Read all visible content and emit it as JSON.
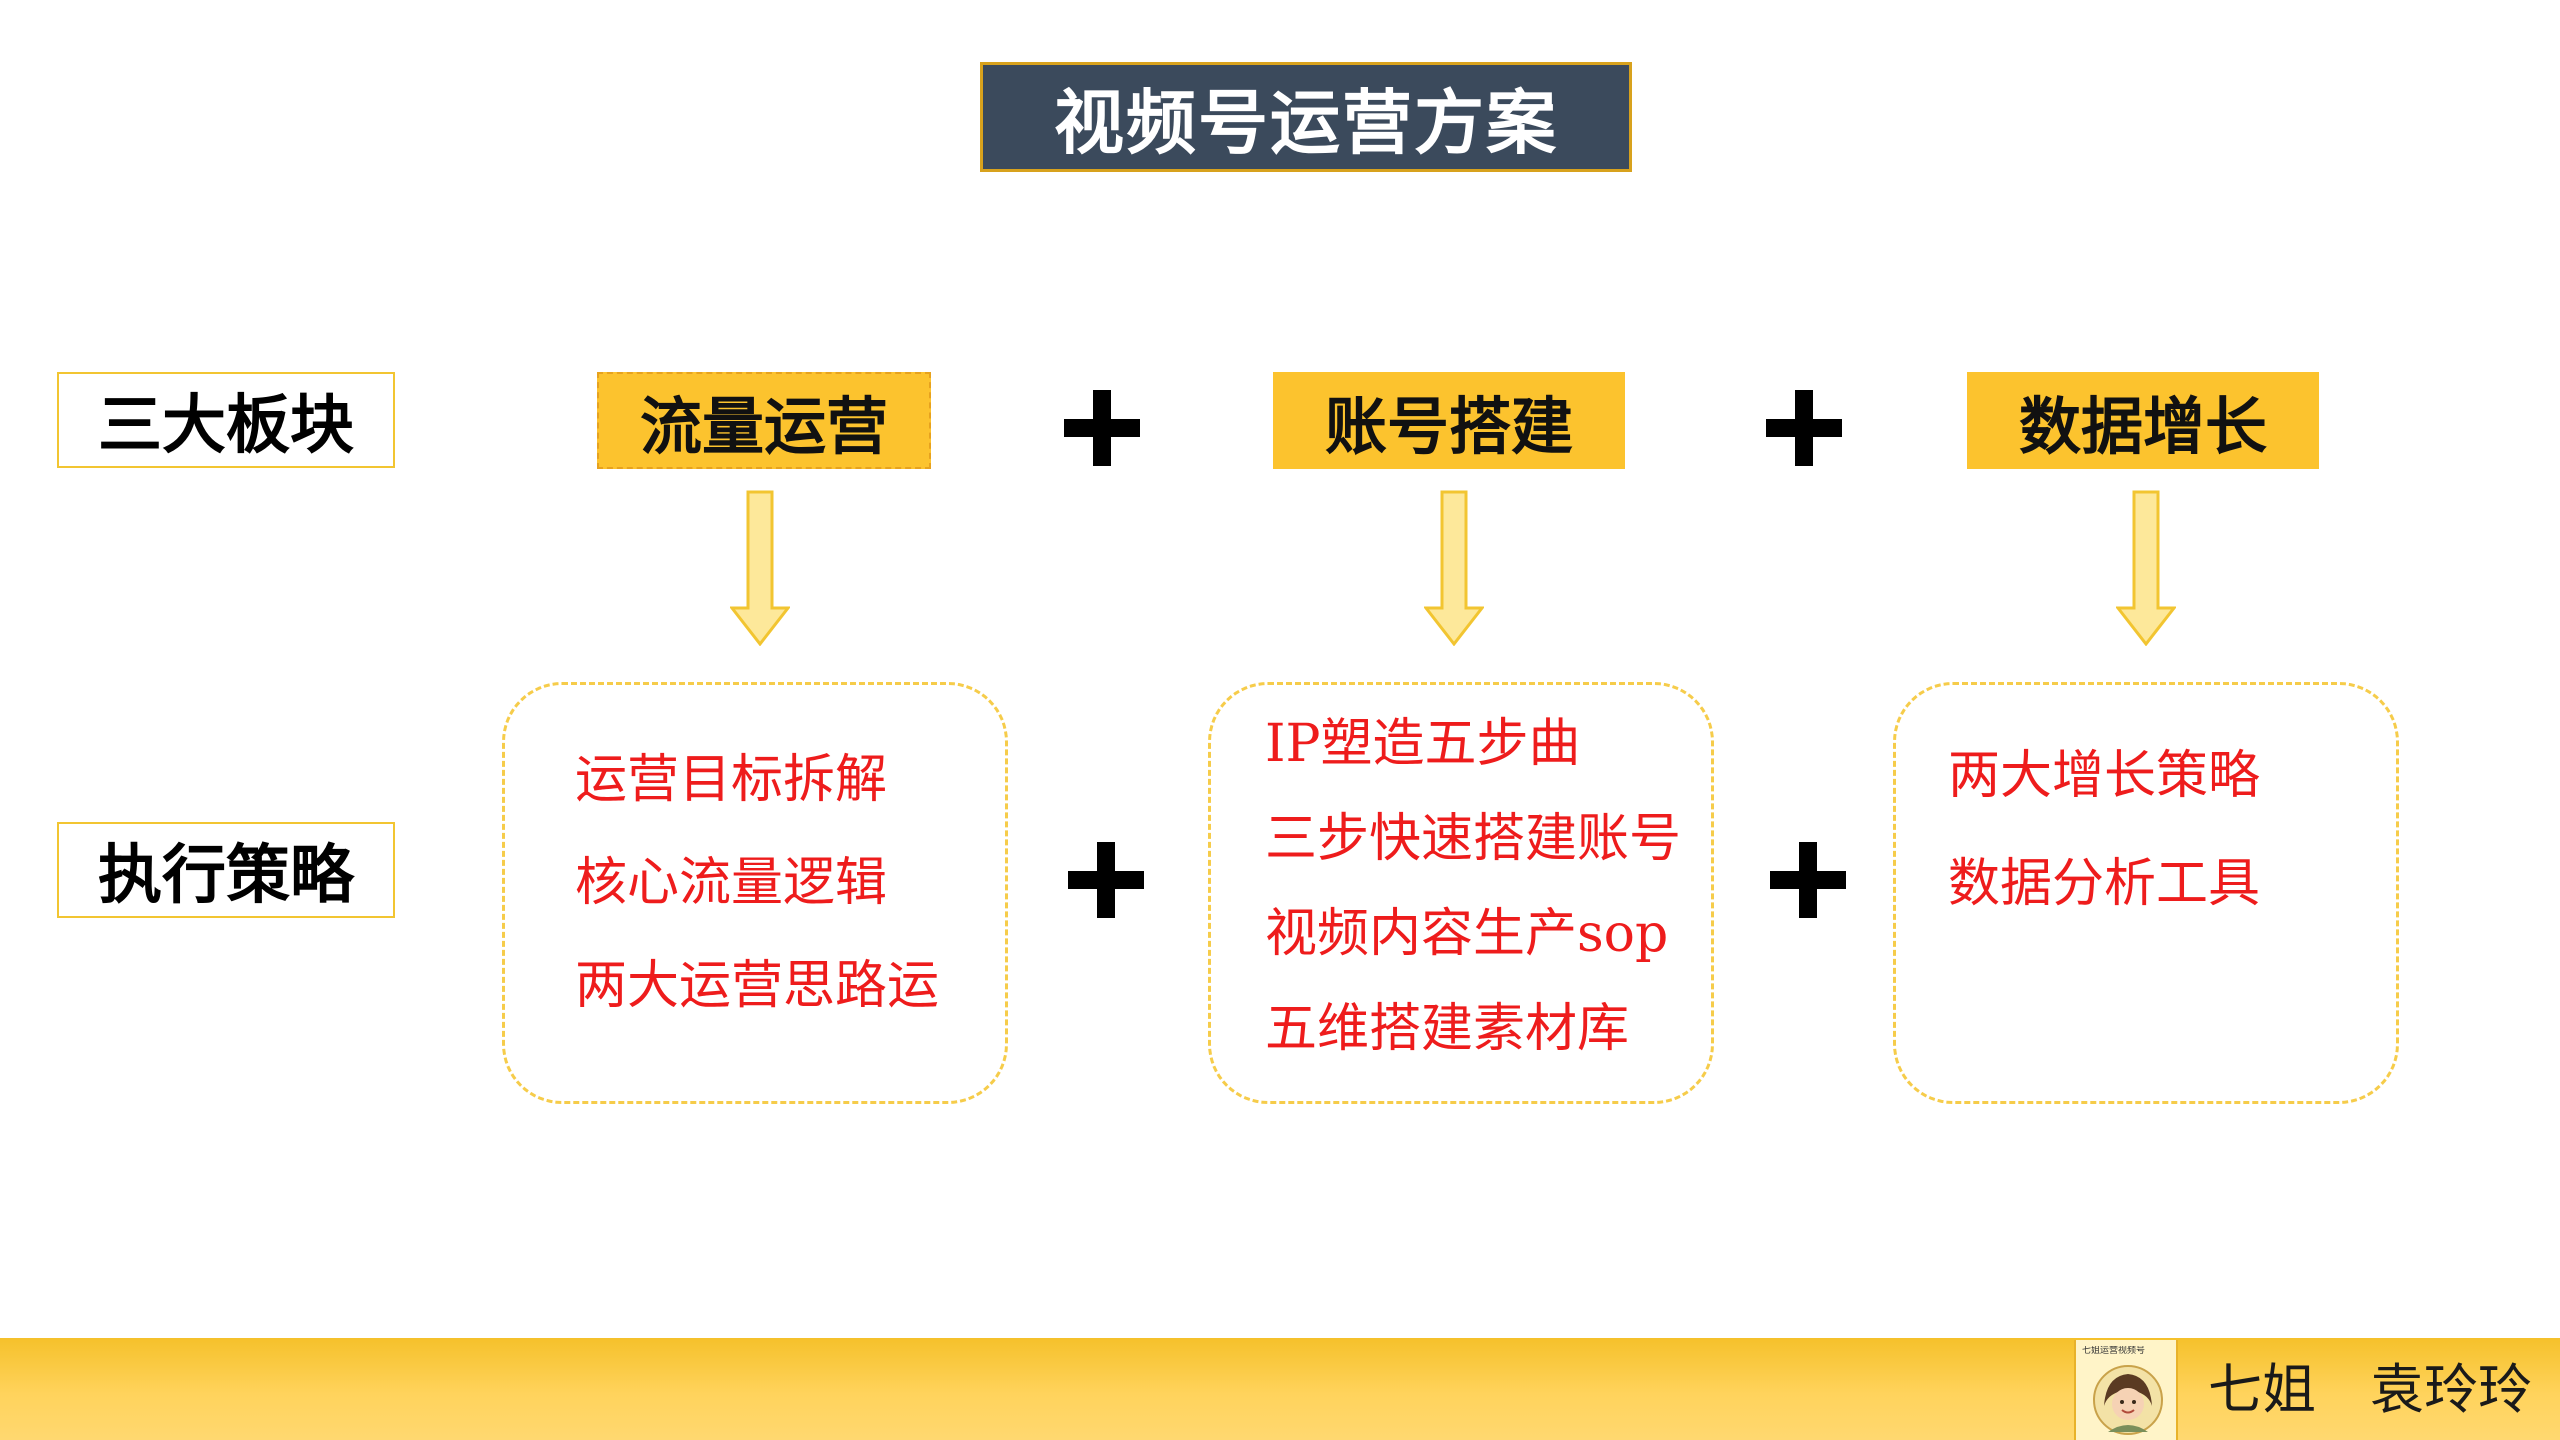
{
  "title": "视频号运营方案",
  "rows": {
    "top_label": "三大板块",
    "bottom_label": "执行策略"
  },
  "modules": [
    {
      "label": "流量运营",
      "strategies": [
        "运营目标拆解",
        "核心流量逻辑",
        "两大运营思路运"
      ]
    },
    {
      "label": "账号搭建",
      "strategies": [
        "IP塑造五步曲",
        "三步快速搭建账号",
        "视频内容生产sop",
        "五维搭建素材库"
      ]
    },
    {
      "label": "数据增长",
      "strategies": [
        "两大增长策略",
        "数据分析工具"
      ]
    }
  ],
  "colors": {
    "title_bg": "#3b4a5c",
    "accent_yellow": "#fcc32e",
    "strategy_text": "#ee1c1c",
    "arrow_fill": "#fde89a",
    "arrow_stroke": "#f2c531"
  },
  "icons": {
    "plus": "plus-icon",
    "arrow": "arrow-down-icon",
    "avatar": "avatar-icon"
  },
  "footer": {
    "avatar_caption": "七姐运营视频号",
    "author_1": "七姐",
    "author_2": "袁玲玲"
  }
}
